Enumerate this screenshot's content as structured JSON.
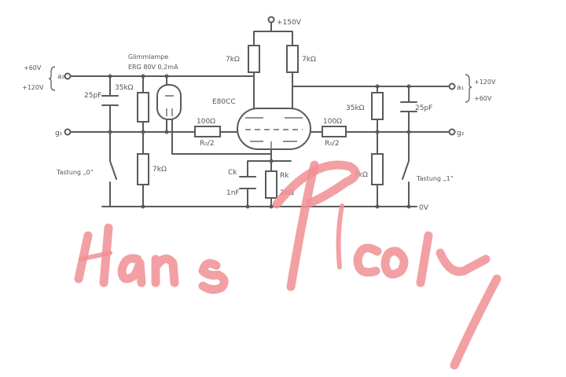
{
  "labels": {
    "supply_top": "+150V",
    "anode2_voltage_hi": "+60V",
    "anode2_voltage_lo": "+120V",
    "anode2": "a₂",
    "anode1": "a₁",
    "anode1_voltage_hi": "+120V",
    "anode1_voltage_lo": "+60V",
    "grid1": "g₁",
    "grid2": "g₂",
    "ground": "0V",
    "glow_lamp_title": "Glimmlampe",
    "glow_lamp_type": "ERG 80V  0,2mA",
    "tube": "E80CC",
    "r_anode_left": "7kΩ",
    "r_anode_right": "7kΩ",
    "r_divider_top_left": "35kΩ",
    "r_divider_top_right": "35kΩ",
    "r_divider_bottom_left": "7kΩ",
    "r_divider_bottom_right": "7kΩ",
    "c_left": "25pF",
    "c_right": "25pF",
    "r_grid_left": "100Ω",
    "r_grid_left_sub": "R₀/2",
    "r_grid_right": "100Ω",
    "r_grid_right_sub": "R₀/2",
    "ck_name": "Ck",
    "ck_value": "1nF",
    "rk_name": "Rk",
    "rk_value": "2kΩ",
    "switch_left": "Tastung „0“",
    "switch_right": "Tastung „1“"
  },
  "colors": {
    "ink": "#5a5a5a",
    "signature": "#f08f94"
  }
}
